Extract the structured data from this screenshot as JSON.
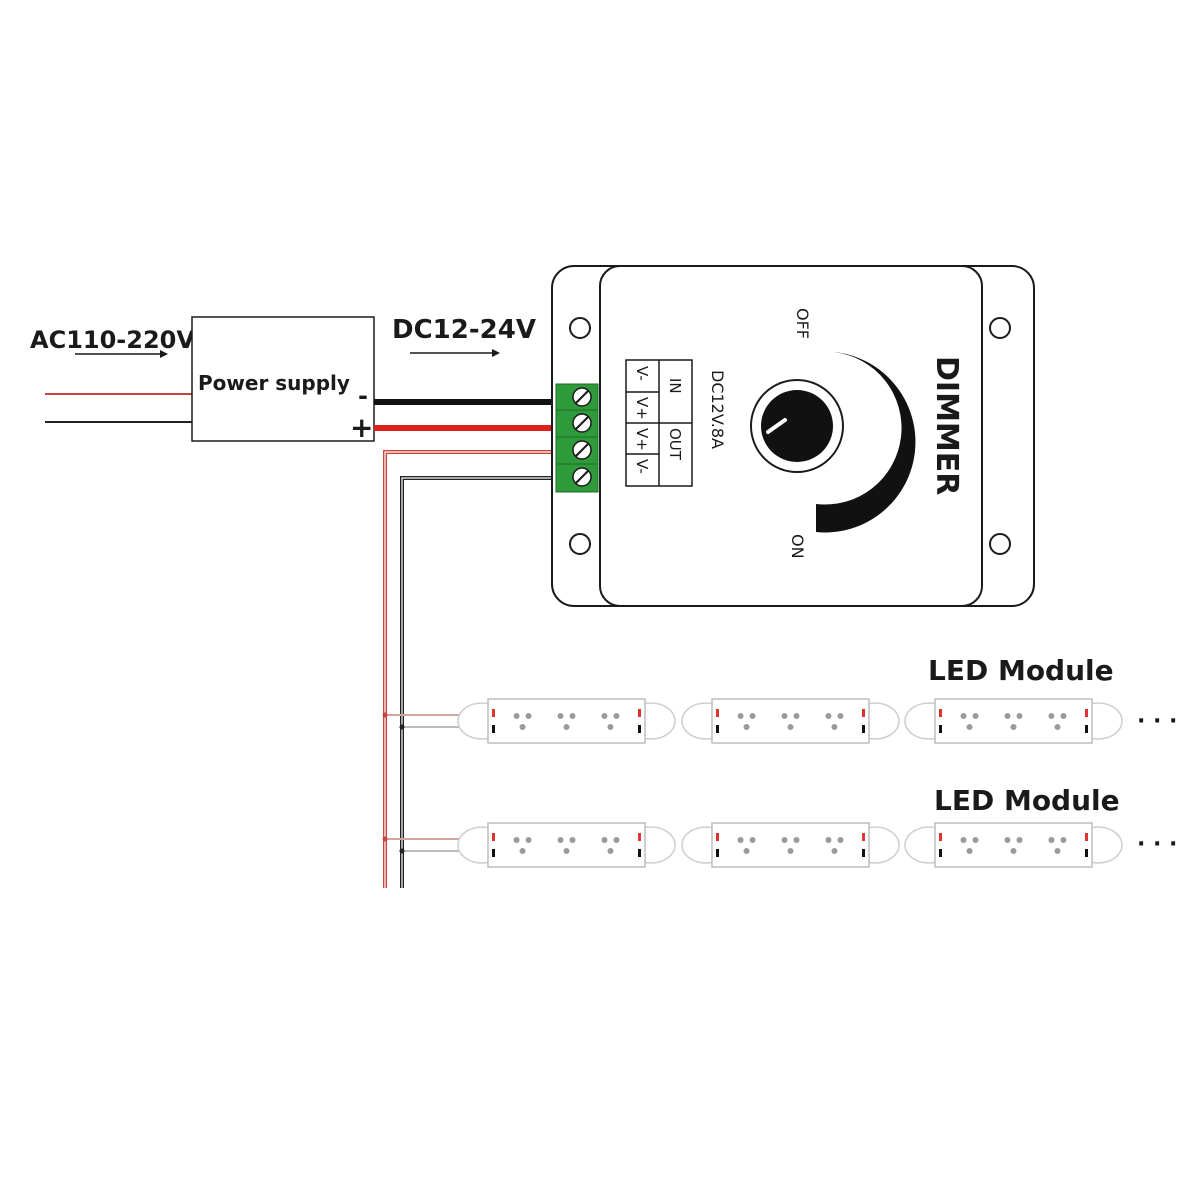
{
  "labels": {
    "ac_input": "AC110-220V",
    "power_supply": "Power supply",
    "ps_minus": "-",
    "ps_plus": "+",
    "dc_output": "DC12-24V",
    "dimmer": "DIMMER",
    "rating": "DC12V.8A",
    "in": "IN",
    "out": "OUT",
    "pin_v_minus_in": "V-",
    "pin_v_plus_in": "V+",
    "pin_v_plus_out": "V+",
    "pin_v_minus_out": "V-",
    "off": "OFF",
    "on": "ON",
    "led_module_1": "LED Module",
    "led_module_2": "LED Module",
    "continuation_1": "· · ·",
    "continuation_2": "· · ·"
  },
  "colors": {
    "wire_black": "#111111",
    "wire_red": "#e0201c",
    "wire_red_thin": "#c8453f",
    "terminal_green": "#2f9a3a",
    "outline": "#1a1a1a",
    "module_outline": "#bdbdbd"
  }
}
